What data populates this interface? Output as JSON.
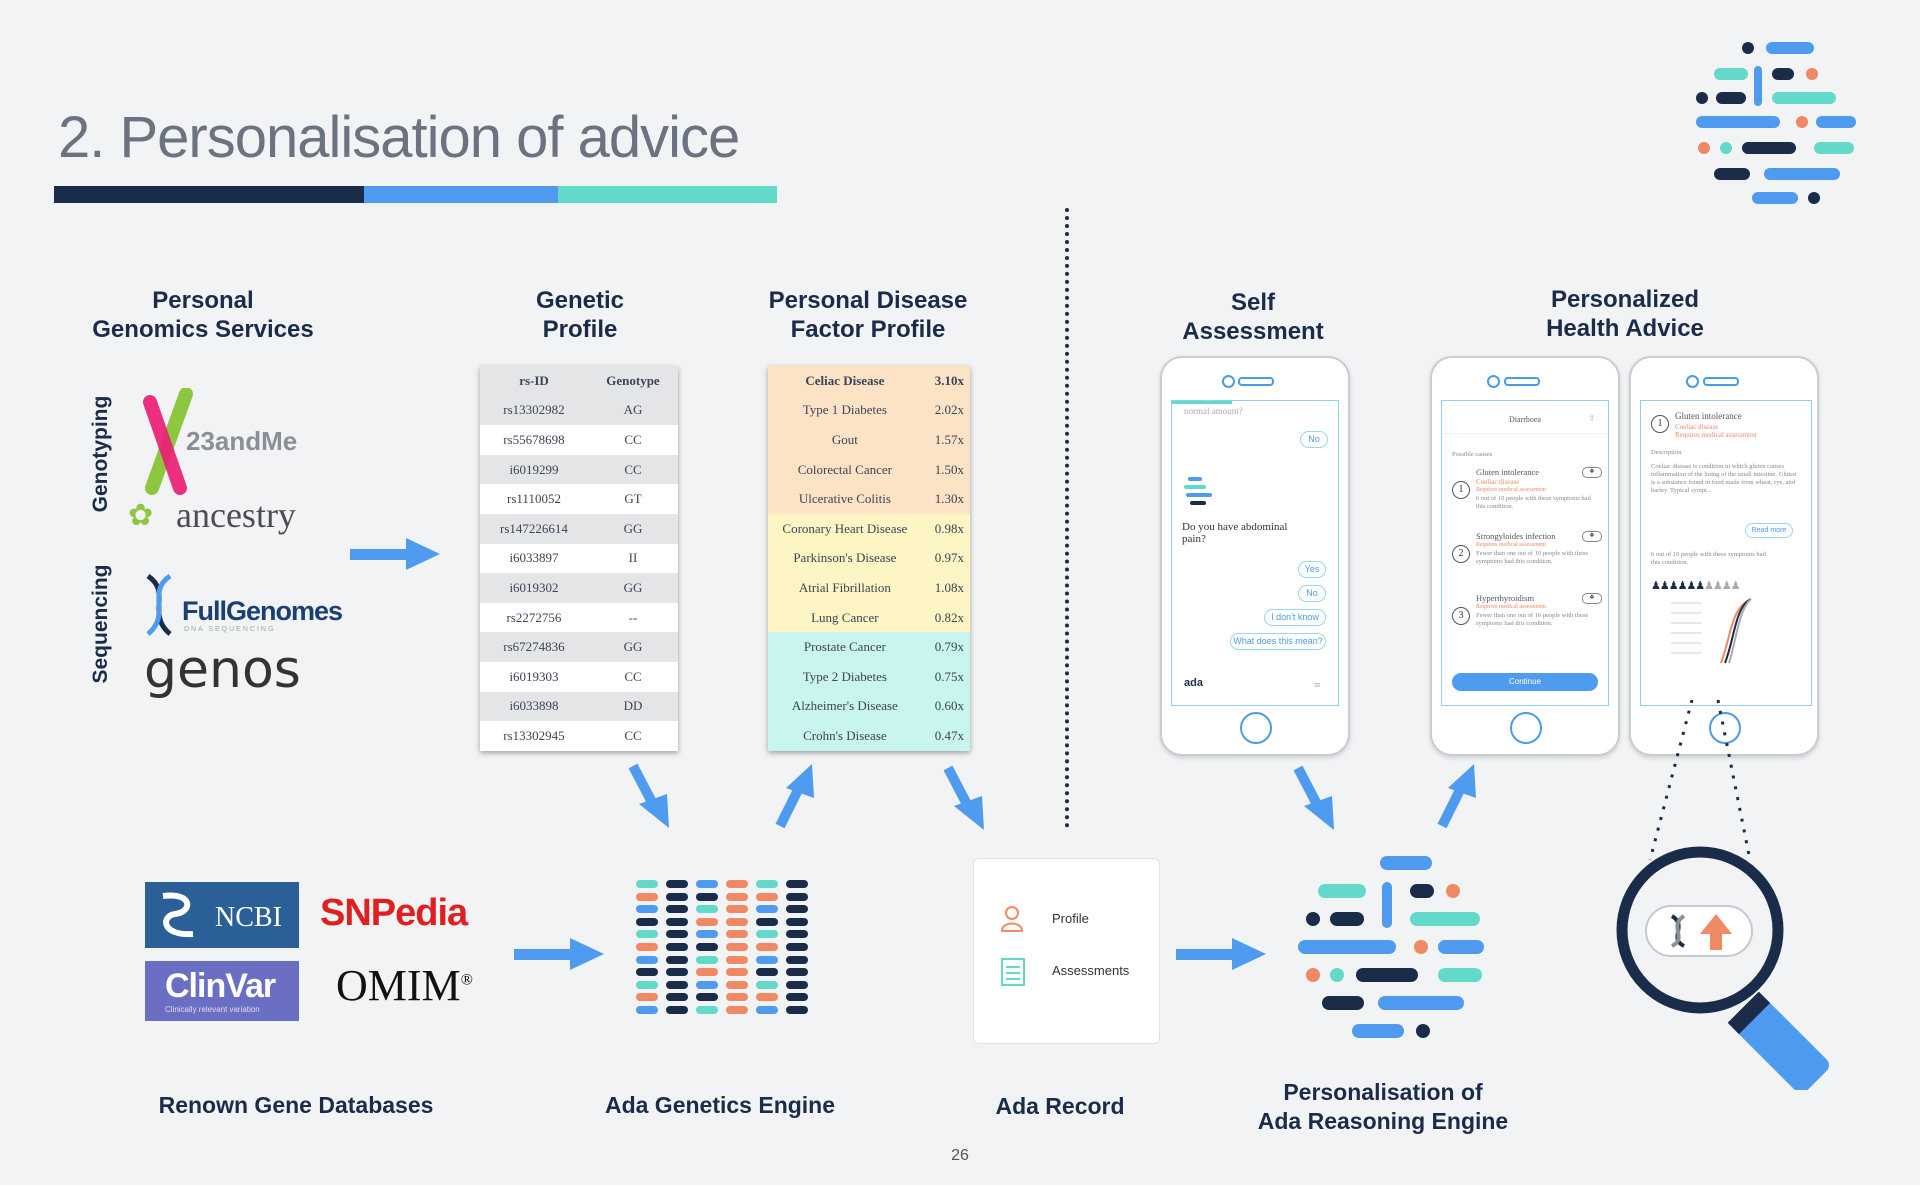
{
  "slide": {
    "title": "2. Personalisation of advice",
    "page_number": "26",
    "accent_bar_colors": [
      "#1b2c4b",
      "#4f9bf0",
      "#62d9c9"
    ]
  },
  "headings": {
    "personal_genomics": [
      "Personal",
      "Genomics Services"
    ],
    "genetic_profile": [
      "Genetic",
      "Profile"
    ],
    "disease_profile": [
      "Personal Disease",
      "Factor Profile"
    ],
    "self_assessment": [
      "Self",
      "Assessment"
    ],
    "health_advice": [
      "Personalized",
      "Health Advice"
    ]
  },
  "side_labels": {
    "genotyping": "Genotyping",
    "sequencing": "Sequencing"
  },
  "services": {
    "twentythree": "23andMe",
    "ancestry": "ancestry",
    "fullgenomes": "FullGenomes",
    "fullgenomes_sub": "DNA SEQUENCING",
    "genos": "genos"
  },
  "genetic_table": {
    "headers": [
      "rs-ID",
      "Genotype"
    ],
    "rows": [
      [
        "rs13302982",
        "AG"
      ],
      [
        "rs55678698",
        "CC"
      ],
      [
        "i6019299",
        "CC"
      ],
      [
        "rs1110052",
        "GT"
      ],
      [
        "rs147226614",
        "GG"
      ],
      [
        "i6033897",
        "II"
      ],
      [
        "i6019302",
        "GG"
      ],
      [
        "rs2272756",
        "--"
      ],
      [
        "rs67274836",
        "GG"
      ],
      [
        "i6019303",
        "CC"
      ],
      [
        "i6033898",
        "DD"
      ],
      [
        "rs13302945",
        "CC"
      ]
    ]
  },
  "disease_table": {
    "rows": [
      [
        "Celiac Disease",
        "3.10x"
      ],
      [
        "Type 1 Diabetes",
        "2.02x"
      ],
      [
        "Gout",
        "1.57x"
      ],
      [
        "Colorectal Cancer",
        "1.50x"
      ],
      [
        "Ulcerative Colitis",
        "1.30x"
      ],
      [
        "Coronary Heart Disease",
        "0.98x"
      ],
      [
        "Parkinson's Disease",
        "0.97x"
      ],
      [
        "Atrial Fibrillation",
        "1.08x"
      ],
      [
        "Lung Cancer",
        "0.82x"
      ],
      [
        "Prostate Cancer",
        "0.79x"
      ],
      [
        "Type 2 Diabetes",
        "0.75x"
      ],
      [
        "Alzheimer's Disease",
        "0.60x"
      ],
      [
        "Crohn's Disease",
        "0.47x"
      ]
    ],
    "colors": [
      "#fce3c6",
      "#fce3c6",
      "#fce3c6",
      "#fce3c6",
      "#fce3c6",
      "#fdf5c4",
      "#fdf5c4",
      "#fdf5c4",
      "#fdf5c4",
      "#c8f5ee",
      "#c8f5ee",
      "#c8f5ee",
      "#c8f5ee"
    ]
  },
  "phone1": {
    "faded_top": "normal amount?",
    "no_top": "No",
    "question": "Do you have abdominal pain?",
    "answers": [
      "Yes",
      "No",
      "I don't know",
      "What does this mean?"
    ],
    "brand": "ada"
  },
  "phone2": {
    "header": "Diarrhoea",
    "section": "Possible causes",
    "causes": [
      {
        "num": "1",
        "name": "Gluten intolerance",
        "sub": "Coeliac disease",
        "flag": "Requires medical assessment",
        "note": "6 out of 10 people with these symptoms had this condition."
      },
      {
        "num": "2",
        "name": "Strongyloides infection",
        "sub": "",
        "flag": "Requires medical assessment",
        "note": "Fewer than one out of 10 people with these symptoms had this condition."
      },
      {
        "num": "3",
        "name": "Hyperthyroidism",
        "sub": "",
        "flag": "Requires medical assessment",
        "note": "Fewer than one out of 10 people with these symptoms had this condition."
      }
    ],
    "button": "Continue"
  },
  "phone3": {
    "num": "1",
    "name": "Gluten intolerance",
    "sub": "Coeliac disease",
    "flag": "Requires medical assessment",
    "desc_label": "Description",
    "desc": "Coeliac disease is condition in which gluten causes inflammation of the lining of the small intestine. Gluten is a substance found in food made from wheat, rye, and barley. Typical sympt...",
    "read_more": "Read more",
    "stat": "6 out of 10 people with these symptoms had this condition."
  },
  "databases": {
    "ncbi": "NCBI",
    "snpedia": "SNPedia",
    "clinvar": "ClinVar",
    "clinvar_sub": "Clinically relevant variation",
    "omim": "OMIM",
    "omim_reg": "®"
  },
  "record": {
    "profile": "Profile",
    "assessments": "Assessments"
  },
  "bottom_labels": {
    "databases": "Renown Gene Databases",
    "engine": "Ada Genetics Engine",
    "record": "Ada Record",
    "reasoning": [
      "Personalisation of",
      "Ada Reasoning Engine"
    ]
  },
  "colors": {
    "navy": "#1b2c4b",
    "blue": "#4f9bf0",
    "teal": "#62d9c9",
    "orange": "#f08a64",
    "arrow": "#4f9bf0"
  }
}
